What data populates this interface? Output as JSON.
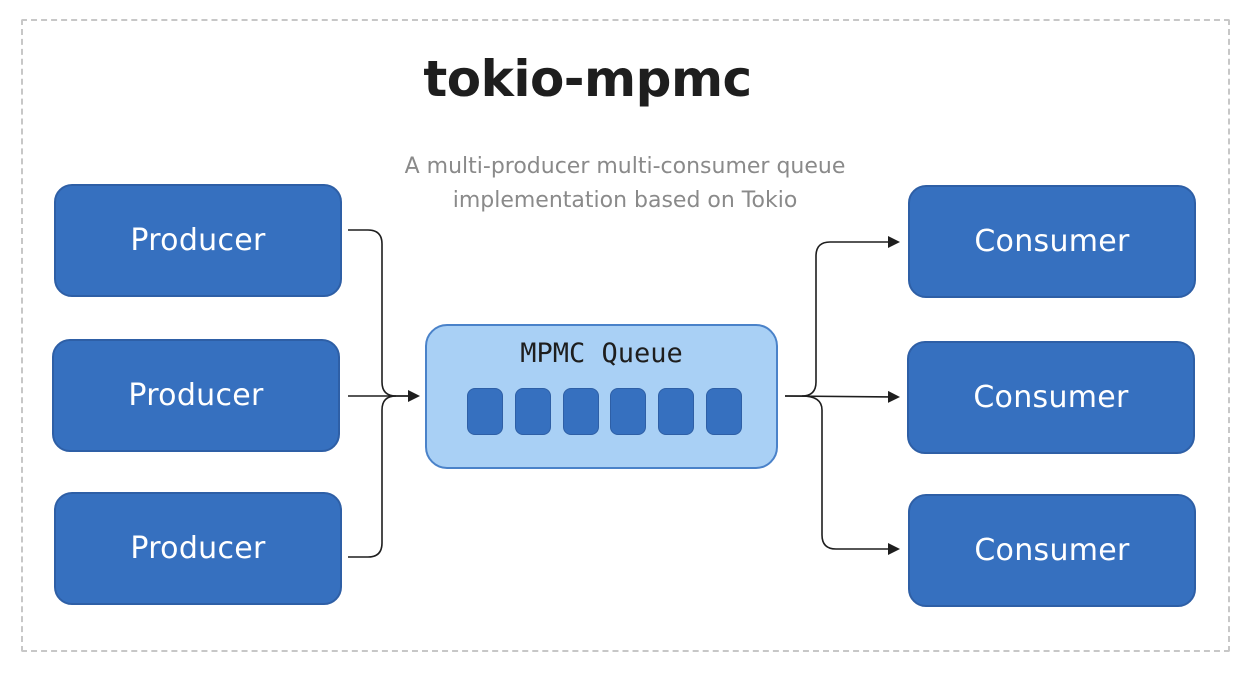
{
  "title": "tokio-mpmc",
  "subtitle": {
    "line1": "A multi-producer multi-consumer queue",
    "line2": "implementation based on Tokio"
  },
  "producers": [
    "Producer",
    "Producer",
    "Producer"
  ],
  "queue": {
    "label": "MPMC Queue",
    "slot_count": 6
  },
  "consumers": [
    "Consumer",
    "Consumer",
    "Consumer"
  ],
  "colors": {
    "node_fill": "#3670bf",
    "queue_fill": "#a9d0f5",
    "arrow": "#1e1e1e",
    "subtitle": "#8a8a8a"
  }
}
